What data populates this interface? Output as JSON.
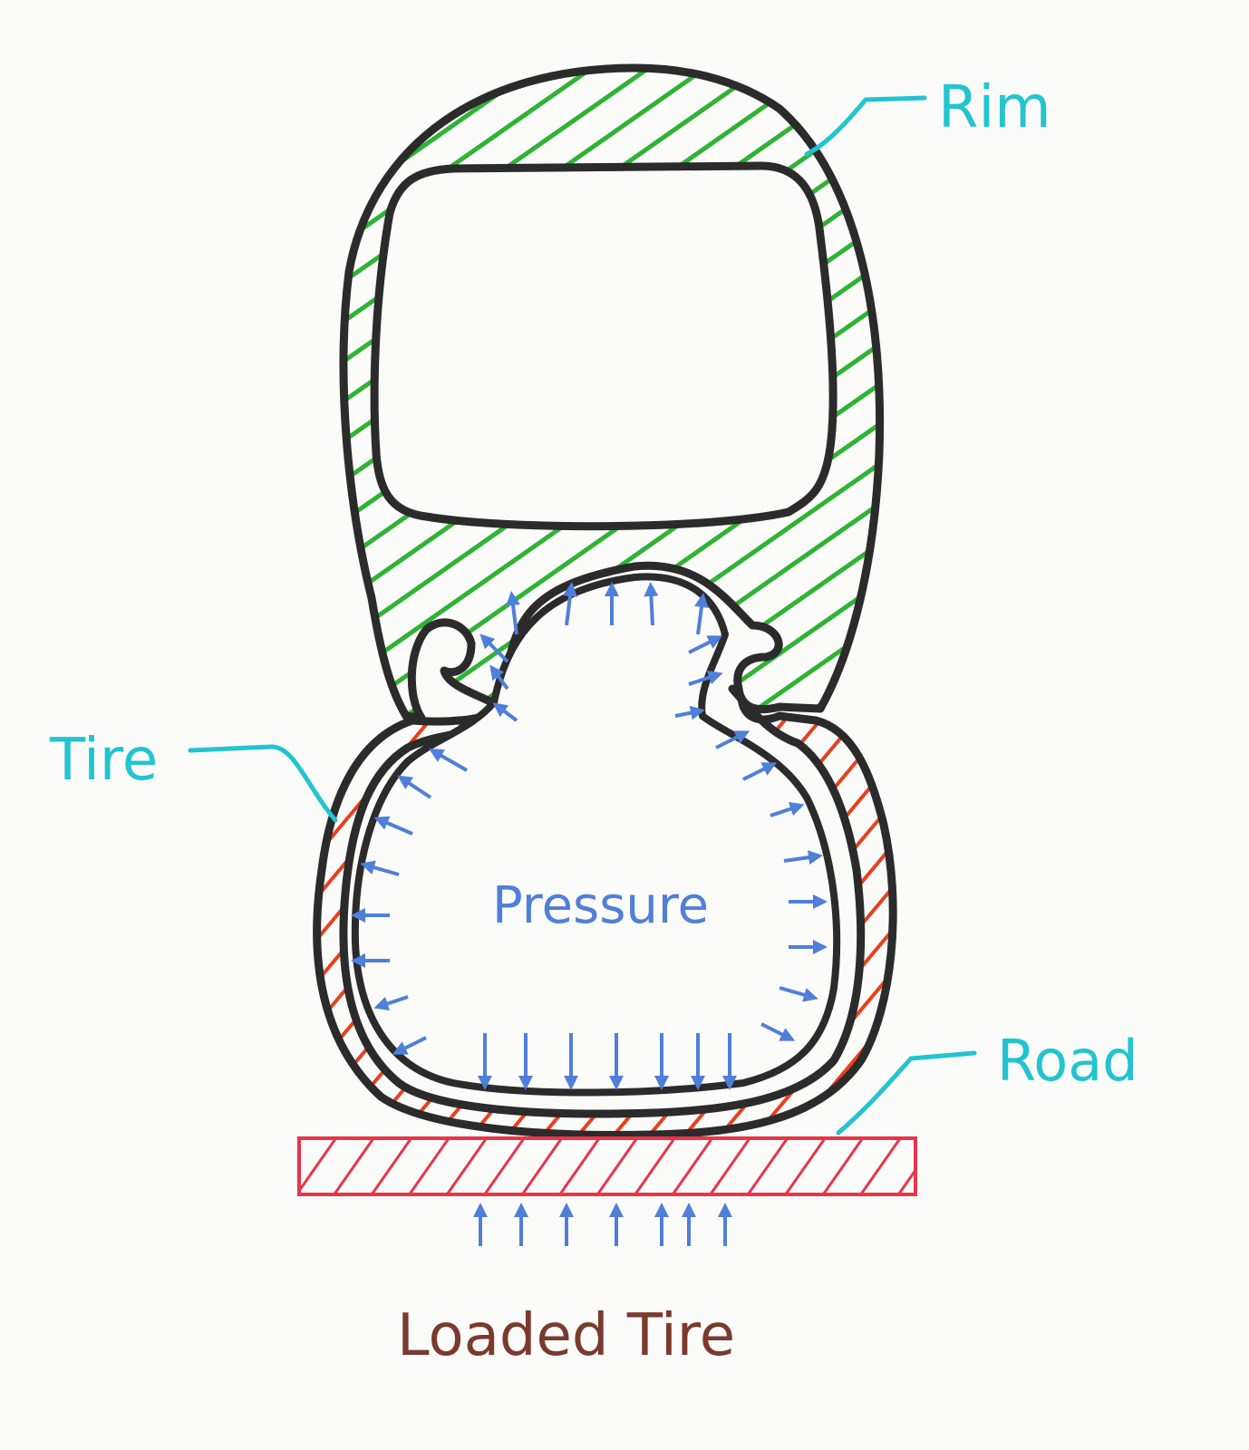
{
  "diagram": {
    "labels": {
      "rim": "Rim",
      "tire": "Tire",
      "road": "Road",
      "pressure": "Pressure",
      "caption": "Loaded Tire"
    },
    "colors": {
      "outline": "#2b2b2b",
      "rim_hatch": "#2fb336",
      "tire_hatch": "#e8401f",
      "road": "#e8354a",
      "arrow": "#4f7fd9",
      "label": "#22c4cf",
      "caption": "#7a3a2e",
      "background": "#fbfbf9"
    },
    "icons": {
      "up_arrow": "arrow-up-icon",
      "down_arrow": "arrow-down-icon"
    }
  }
}
